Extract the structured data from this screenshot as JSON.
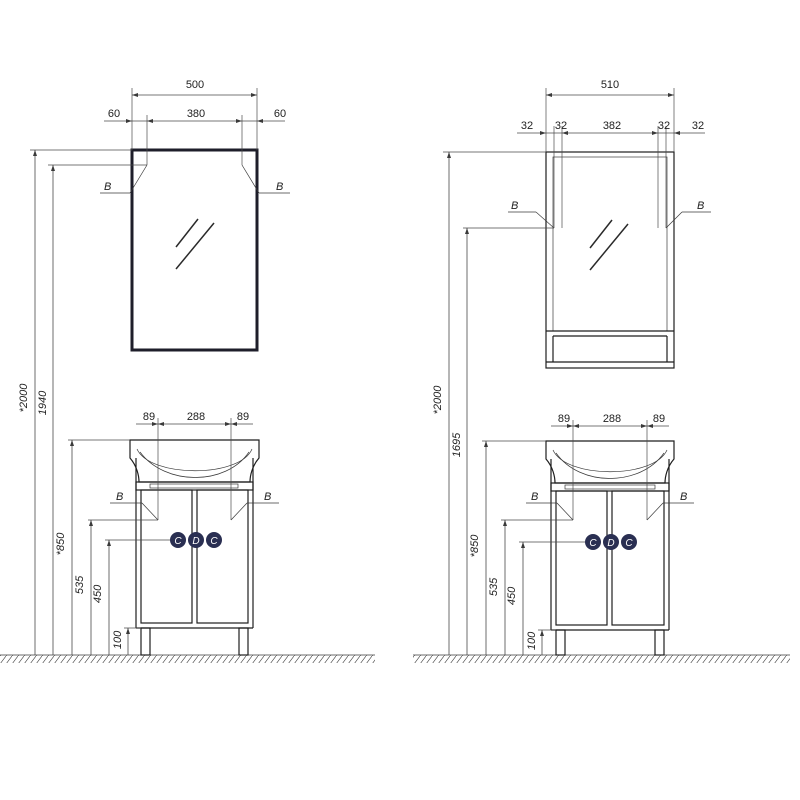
{
  "left": {
    "mirror_dims": {
      "total": "500",
      "side_l": "60",
      "center": "380",
      "side_r": "60"
    },
    "vertical_dims": {
      "h2000": "*2000",
      "h1940": "1940",
      "h850": "*850",
      "h535": "535",
      "h450": "450",
      "h100": "100"
    },
    "cabinet_dims": {
      "left": "89",
      "center": "288",
      "right": "89"
    },
    "labels": {
      "b_mirror_l": "B",
      "b_mirror_r": "B",
      "b_cab_l": "B",
      "b_cab_r": "B"
    },
    "dots": [
      "C",
      "D",
      "C"
    ]
  },
  "right": {
    "mirror_dims": {
      "total": "510",
      "a": "32",
      "b": "32",
      "center": "382",
      "c": "32",
      "d": "32"
    },
    "vertical_dims": {
      "h2000": "*2000",
      "h1695": "1695",
      "h850": "*850",
      "h535": "535",
      "h450": "450",
      "h100": "100"
    },
    "cabinet_dims": {
      "left": "89",
      "center": "288",
      "right": "89"
    },
    "labels": {
      "b_mirror_l": "B",
      "b_mirror_r": "B",
      "b_cab_l": "B",
      "b_cab_r": "B"
    },
    "dots": [
      "C",
      "D",
      "C"
    ]
  }
}
